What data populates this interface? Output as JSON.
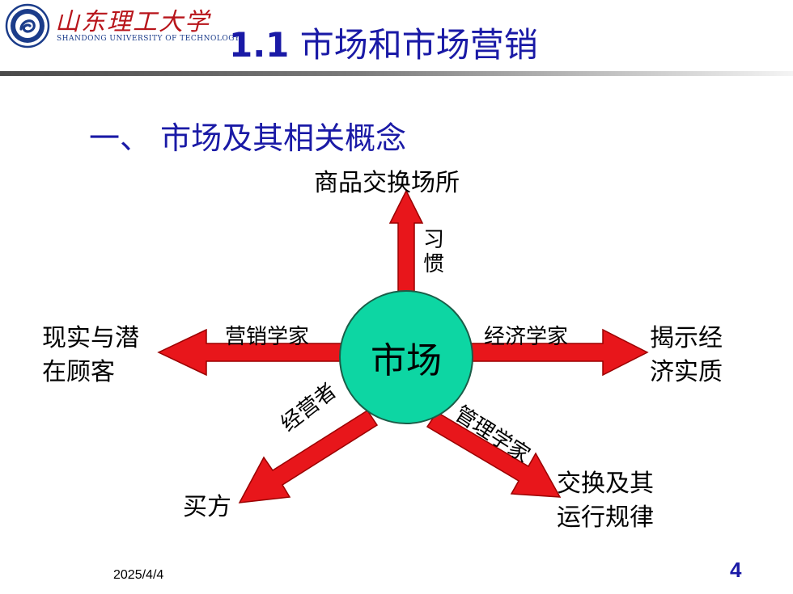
{
  "header": {
    "university_cn": "山东理工大学",
    "university_en": "SHANDONG UNIVERSITY OF TECHNOLOGY",
    "title_number": "1.1",
    "title_text": "市场和市场营销"
  },
  "section": {
    "heading": "一、 市场及其相关概念"
  },
  "diagram": {
    "center": "市场",
    "nodes": {
      "top": "商品交换场所",
      "left_line1": "现实与潜",
      "left_line2": "在顾客",
      "right_line1": "揭示经",
      "right_line2": "济实质",
      "bottom_left": "买方",
      "bottom_right_line1": "交换及其",
      "bottom_right_line2": "运行规律"
    },
    "arrow_labels": {
      "top": "习惯",
      "left": "营销学家",
      "right": "经济学家",
      "bottom_left": "经营者",
      "bottom_right": "管理学家"
    },
    "colors": {
      "arrow_fill": "#e8161b",
      "arrow_stroke": "#9a0000",
      "circle_fill": "#0dd6a3",
      "circle_stroke": "#1b5d48"
    }
  },
  "footer": {
    "date": "2025/4/4",
    "page_number": "4"
  },
  "icons": {
    "logo": "university-seal-icon"
  }
}
